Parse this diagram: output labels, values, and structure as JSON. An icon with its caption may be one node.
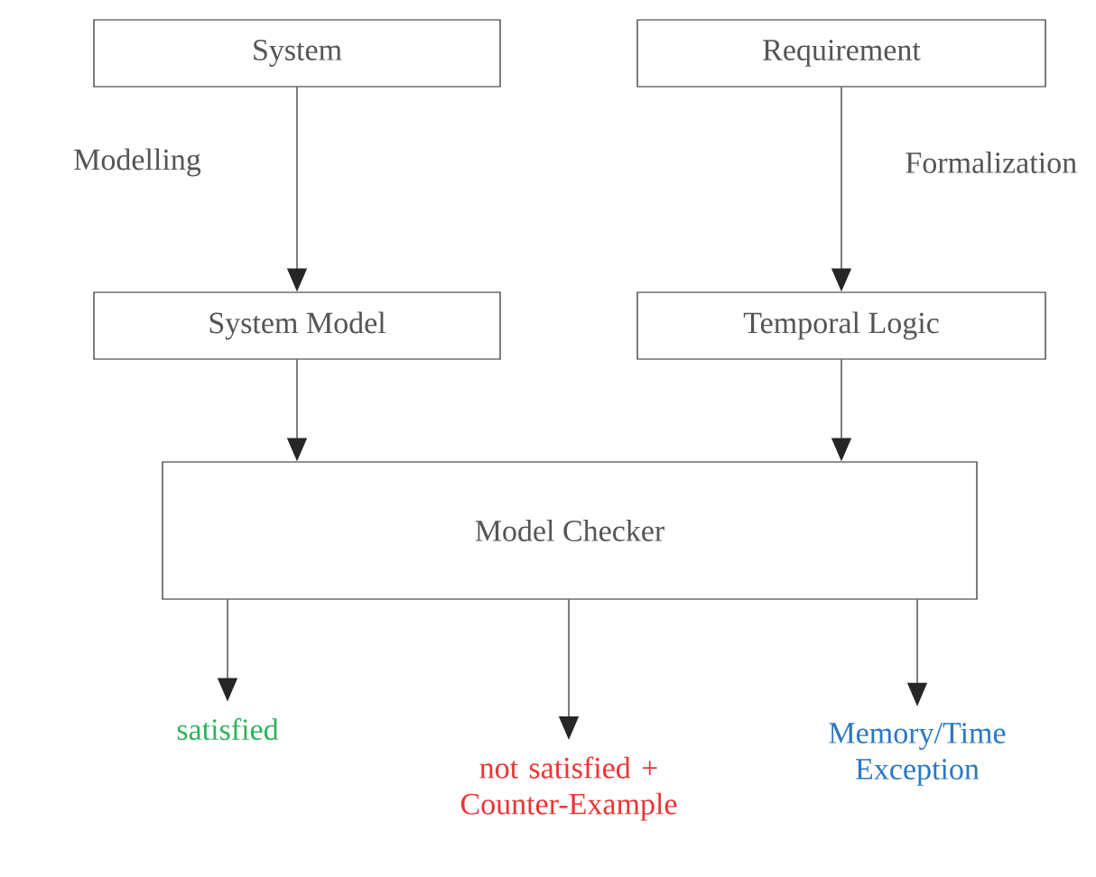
{
  "diagram": {
    "nodes": [
      {
        "text": [
          "System"
        ]
      },
      {
        "text": [
          "Requirement"
        ]
      },
      {
        "text": [
          "System Model"
        ]
      },
      {
        "text": [
          "Temporal Logic"
        ]
      },
      {
        "text": [
          "Model Checker"
        ]
      },
      {
        "text": [
          "satisfied"
        ]
      },
      {
        "text": [
          "not satisfied + Counter-Example"
        ]
      },
      {
        "text": [
          "Memory/Time Exception"
        ]
      }
    ],
    "edges": [
      {
        "from": 0,
        "to": 2,
        "arrow": "to",
        "label": "Modelling"
      },
      {
        "from": 1,
        "to": 3,
        "arrow": "to",
        "label": "Formalization"
      },
      {
        "from": 2,
        "to": 4,
        "arrow": "to"
      },
      {
        "from": 3,
        "to": 4,
        "arrow": "to"
      },
      {
        "from": 4,
        "to": 5,
        "arrow": "to"
      },
      {
        "from": 4,
        "to": 6,
        "arrow": "to"
      },
      {
        "from": 4,
        "to": 7,
        "arrow": "to"
      }
    ]
  }
}
